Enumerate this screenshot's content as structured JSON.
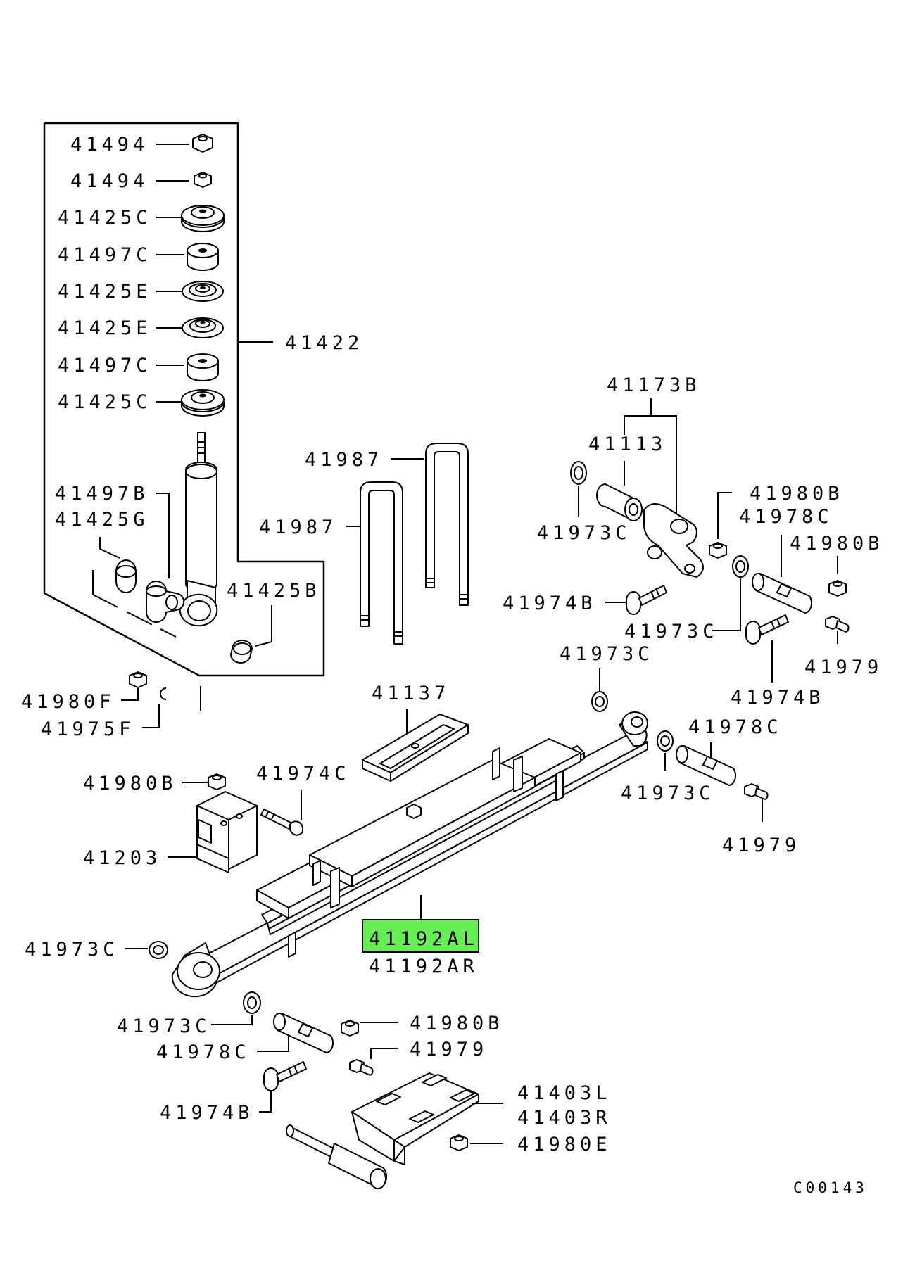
{
  "highlight_color": "#66ee55",
  "highlighted_part": "41192AL",
  "diagram_code": "C00143",
  "shock_group": {
    "assembly": "41422",
    "stack": [
      "41494",
      "41494",
      "41425C",
      "41497C",
      "41425E",
      "41425E",
      "41497C",
      "41425C"
    ],
    "lower_bushings": [
      "41497B",
      "41425G"
    ],
    "lower_washer": "41425B",
    "nut": "41980F",
    "clip": "41975F"
  },
  "u_bolts": [
    "41987",
    "41987"
  ],
  "shackle": {
    "assembly": "41173B",
    "bushing": "41113",
    "washer": "41973C",
    "bolt": "41974B",
    "washer2": "41973C",
    "nut": "41980B",
    "pin": "41978C",
    "nut2": "41980B",
    "grease_nipple": "41979",
    "bolt2": "41974B"
  },
  "spring": {
    "washer_top": "41973C",
    "plate": "41137",
    "bracket_nut": "41980B",
    "bracket_bolt": "41974C",
    "bracket": "41203",
    "pin_right": "41978C",
    "washer_right": "41973C",
    "nipple_right": "41979",
    "leaf_left": "41192AL",
    "leaf_right": "41192AR",
    "washer_left": "41973C"
  },
  "front_eye": {
    "washer": "41973C",
    "pin": "41978C",
    "nut": "41980B",
    "nipple": "41979",
    "bolt": "41974B"
  },
  "seat": {
    "left": "41403L",
    "right": "41403R",
    "nut": "41980E"
  }
}
